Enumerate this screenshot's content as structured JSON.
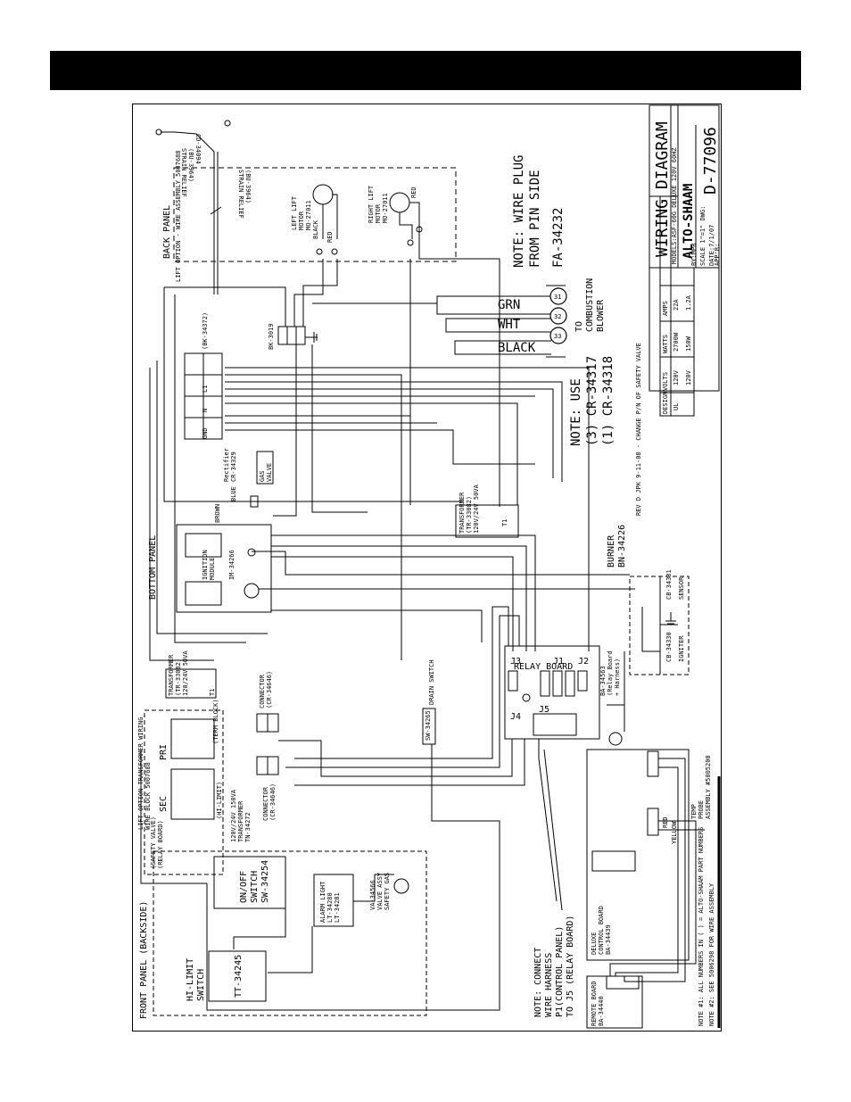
{
  "page": {
    "header_bar_color": "#000000",
    "line_color": "#000000"
  },
  "title_block": {
    "title": "WIRING DIAGRAM",
    "brand": "ALTO-SHAAM",
    "models": "MODELS:ASF-60G DELUXE 120V 60HZ",
    "scale": "SCALE 1\"=1\" DWG:",
    "drawing_number": "D-77096",
    "by": "BY:MPB",
    "date": "DATE:7/1/07",
    "appr": "APP'R:"
  },
  "ratings_table": {
    "headers": [
      "DESIGN",
      "VOLTS",
      "WATTS",
      "AMPS"
    ],
    "rows": [
      [
        "UL",
        "120V",
        "2700W",
        "22A"
      ],
      [
        "",
        "120V",
        "150W",
        "1.2A"
      ]
    ]
  },
  "notes": {
    "wire_plug": [
      "NOTE: WIRE PLUG",
      "FROM PIN SIDE"
    ],
    "plug_part": "FA-34232",
    "to_blower": [
      "TO",
      "COMBUSTION",
      "BLOWER"
    ],
    "use": [
      "NOTE: USE",
      "(3) CR-34317",
      "(1) CR-34318"
    ],
    "revision": "REV D JPK 9-11-08 - CHANGE P/N OF SAFETY VALVE",
    "connect_harness": [
      "NOTE: CONNECT",
      "WIRE HARNESS",
      "P1(CONTROL PANEL)",
      "TO J5 (RELAY BOARD)"
    ],
    "note1": "NOTE #1: ALL NUMBERS IN ( ) = ALTO-SHAAM PART NUMBERS",
    "note2": "NOTE #2: SEE 5006298 FOR WIRE ASSEMBLY"
  },
  "wires": {
    "grn": "GRN",
    "wht": "WHT",
    "black": "BLACK",
    "pins": [
      "31",
      "32",
      "33"
    ],
    "blue": "BLUE",
    "brown": "BROWN",
    "red": "RED",
    "yellow": "YELLOW"
  },
  "panels": {
    "back": "BACK PANEL",
    "back_sub": "LIFT OPTION - WIRE ASSEMBLY 5007688",
    "bottom": "BOTTOM PANEL",
    "front": "FRONT PANEL (BACKSIDE)"
  },
  "components": {
    "strain_relief_1": [
      "STRAIN RELIEF",
      "(BU-3964)"
    ],
    "strain_relief_2": [
      "STRAIN RELIEF",
      "(BU-3964)"
    ],
    "cord": "CD-34094",
    "left_lift_motor": [
      "LEFT LIFT",
      "MOTOR",
      "MO-27011"
    ],
    "right_lift_motor": [
      "RIGHT LIFT",
      "MOTOR",
      "MO-27011"
    ],
    "terminal_block": "BK-3019",
    "terminal_block_2": "(BK-34372)",
    "terminal_labels": [
      "GND",
      "N",
      "L1"
    ],
    "rectifier": [
      "Rectifier",
      "CR-34329"
    ],
    "gas_valve": [
      "GAS",
      "VALVE"
    ],
    "ignition_module": [
      "IGNITION",
      "MODULE",
      "IM-34266"
    ],
    "transformer_1": [
      "TRANSFORMER",
      "(TR-33082)",
      "120V/24V 50VA"
    ],
    "transformer_2": [
      "TRANSFORMER",
      "(TR-33082)",
      "120/24V 50VA"
    ],
    "t1": "T1",
    "connector_1": [
      "CONNECTOR",
      "(CR-34646)"
    ],
    "connector_2": [
      "CONNECTOR",
      "(CR-34646)"
    ],
    "drain_switch": [
      "DRAIN SWITCH",
      "SW-34265"
    ],
    "relay_board": [
      "RELAY BOARD",
      "BA-34563",
      "(Relay Board",
      "+ Harness)"
    ],
    "relay_connectors": [
      "J1",
      "J2",
      "J3",
      "J4",
      "J5"
    ],
    "burner": [
      "BURNER",
      "BN-34226"
    ],
    "sensor": [
      "CB-34331",
      "SENSOR"
    ],
    "igniter": [
      "CB-34330",
      "IGNITER"
    ],
    "transformer_main": [
      "120V/24V 150VA",
      "TRANSFORMER",
      "TN-34272"
    ],
    "pri_sec": [
      "PRI",
      "SEC"
    ],
    "hi_limit_label": "(HI-LIMIT)",
    "safety_valve": [
      "(SAFETY VALVE)",
      "(RELAY BOARD)"
    ],
    "lift_option_wiring": [
      "LIFT OPTION TRANSFORMER WIRING",
      "WIRE BLOCK 5007688"
    ],
    "term_block": "(TERM BLOCK)",
    "on_off_switch": [
      "ON/OFF",
      "SWITCH",
      "SW-34254"
    ],
    "alarm_light": [
      "ALARM LIGHT",
      "LT-34280",
      "LT-34281"
    ],
    "valve_assy": [
      "VA-34566",
      "VALVE ASSY",
      "SAFETY GAS"
    ],
    "hi_limit_switch": [
      "HI-LIMIT",
      "SWITCH",
      "TT-34245"
    ],
    "deluxe_control": [
      "DELUXE",
      "CONTROL BOARD",
      "BA-34439"
    ],
    "remote_board": [
      "REMOTE BOARD",
      "BA-34440"
    ],
    "temp_probe": [
      "TEMP",
      "PROBE",
      "ASSEMBLY #5005200"
    ]
  }
}
